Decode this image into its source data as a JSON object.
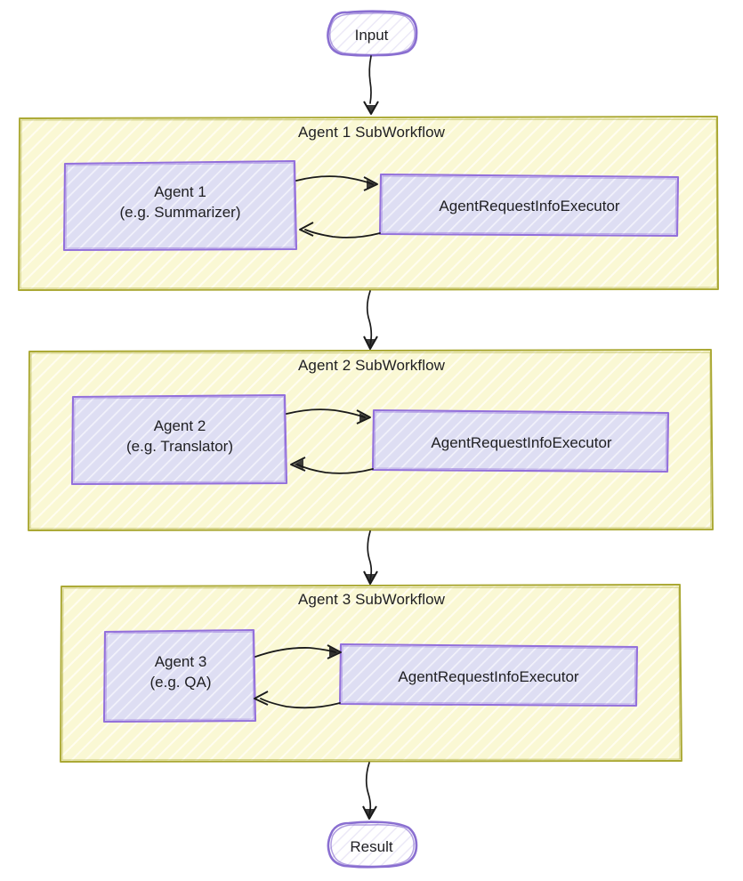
{
  "diagram": {
    "kind": "flowchart",
    "title_present": false,
    "style": "hand-drawn-sketch",
    "colors": {
      "subgraph_fill": "#faf8d4",
      "subgraph_hatch": "#ffffff",
      "subgraph_stroke": "#aaa833",
      "node_fill": "#dedef3",
      "node_hatch": "#ffffff",
      "node_stroke": "#9370db",
      "terminal_stroke": "#8a6fd1",
      "edge_stroke": "#1a1a1a",
      "text": "#1f1f22",
      "background": "#ffffff"
    }
  },
  "terminals": {
    "start": {
      "label": "Input",
      "shape": "stadium"
    },
    "end": {
      "label": "Result",
      "shape": "stadium"
    }
  },
  "subgraphs": [
    {
      "id": "agent1-subworkflow",
      "title": "Agent 1 SubWorkflow",
      "nodes": [
        {
          "id": "agent-1",
          "line1": "Agent 1",
          "line2": "(e.g. Summarizer)",
          "shape": "rect"
        },
        {
          "id": "agent-request-info-executor-1",
          "line1": "AgentRequestInfoExecutor",
          "line2": "",
          "shape": "rect"
        }
      ],
      "edges": [
        {
          "from": "agent-1",
          "to": "agent-request-info-executor-1",
          "label": "",
          "style": "curved-arrow"
        },
        {
          "from": "agent-request-info-executor-1",
          "to": "agent-1",
          "label": "",
          "style": "curved-arrow"
        }
      ]
    },
    {
      "id": "agent2-subworkflow",
      "title": "Agent 2 SubWorkflow",
      "nodes": [
        {
          "id": "agent-2",
          "line1": "Agent 2",
          "line2": "(e.g. Translator)",
          "shape": "rect"
        },
        {
          "id": "agent-request-info-executor-2",
          "line1": "AgentRequestInfoExecutor",
          "line2": "",
          "shape": "rect"
        }
      ],
      "edges": [
        {
          "from": "agent-2",
          "to": "agent-request-info-executor-2",
          "label": "",
          "style": "curved-arrow"
        },
        {
          "from": "agent-request-info-executor-2",
          "to": "agent-2",
          "label": "",
          "style": "curved-arrow"
        }
      ]
    },
    {
      "id": "agent3-subworkflow",
      "title": "Agent 3 SubWorkflow",
      "nodes": [
        {
          "id": "agent-3",
          "line1": "Agent 3",
          "line2": "(e.g. QA)",
          "shape": "rect"
        },
        {
          "id": "agent-request-info-executor-3",
          "line1": "AgentRequestInfoExecutor",
          "line2": "",
          "shape": "rect"
        }
      ],
      "edges": [
        {
          "from": "agent-3",
          "to": "agent-request-info-executor-3",
          "label": "",
          "style": "curved-arrow"
        },
        {
          "from": "agent-request-info-executor-3",
          "to": "agent-3",
          "label": "",
          "style": "curved-arrow"
        }
      ]
    }
  ],
  "flow_edges": [
    {
      "from": "start",
      "to": "agent1-subworkflow",
      "label": ""
    },
    {
      "from": "agent1-subworkflow",
      "to": "agent2-subworkflow",
      "label": ""
    },
    {
      "from": "agent2-subworkflow",
      "to": "agent3-subworkflow",
      "label": ""
    },
    {
      "from": "agent3-subworkflow",
      "to": "end",
      "label": ""
    }
  ]
}
